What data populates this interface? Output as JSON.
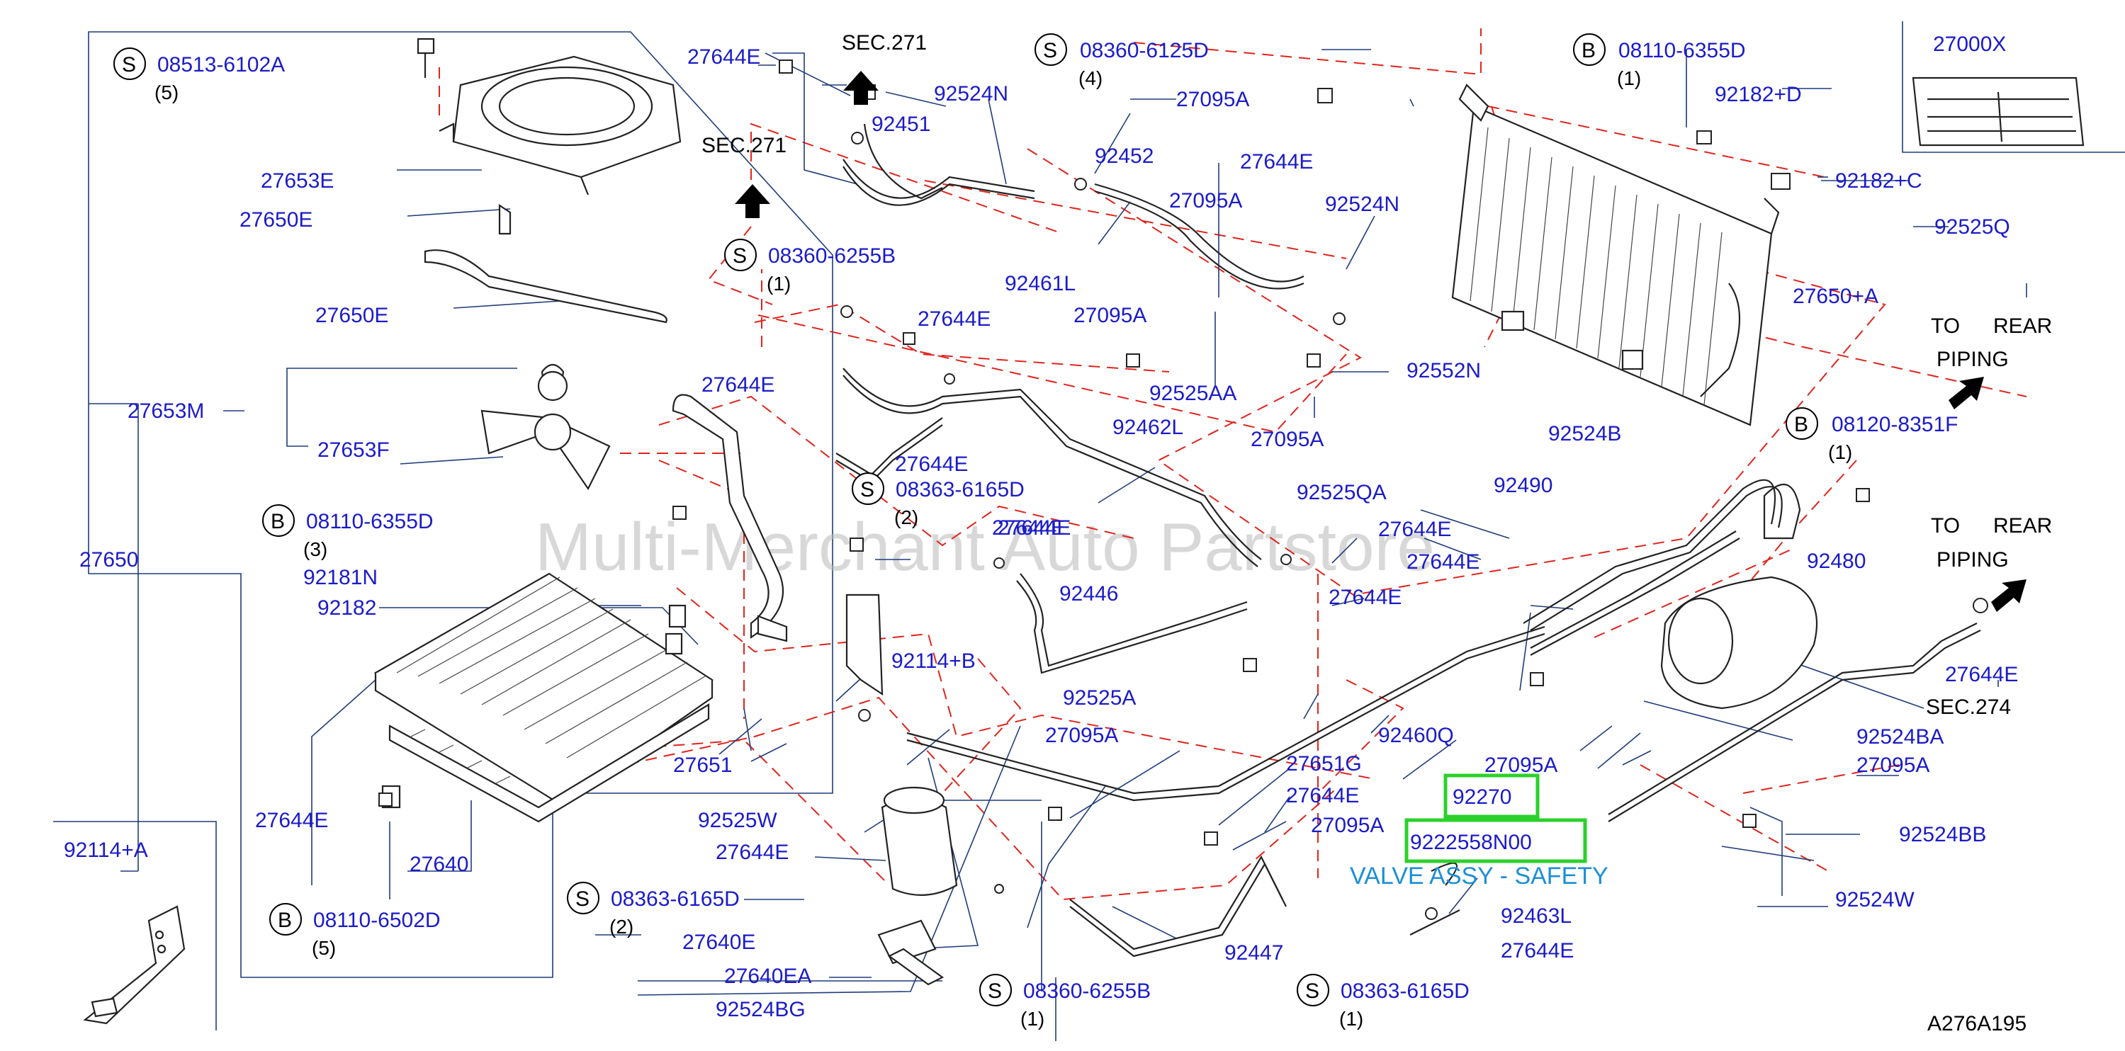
{
  "watermark": "Multi-Merchant Auto Partstore",
  "diagram_code": "A276A195",
  "highlight": {
    "part": "92270",
    "partno": "9222558N00",
    "desc": "VALVE ASSY - SAFETY"
  },
  "refs": {
    "sec271a": "SEC.271",
    "sec271b": "SEC.271",
    "sec274": "SEC.274",
    "rear1a": "TO",
    "rear1b": "REAR",
    "rear1c": "PIPING",
    "rear2a": "TO",
    "rear2b": "REAR",
    "rear2c": "PIPING"
  },
  "bolts": {
    "b1": {
      "type": "S",
      "code": "08513-6102A",
      "qty": "(5)"
    },
    "b2": {
      "type": "S",
      "code": "08360-6125D",
      "qty": "(4)"
    },
    "b3": {
      "type": "B",
      "code": "08110-6355D",
      "qty": "(1)"
    },
    "b4": {
      "type": "S",
      "code": "08360-6255B",
      "qty": "(1)"
    },
    "b5": {
      "type": "S",
      "code": "08363-6165D",
      "qty": "(2)"
    },
    "b6": {
      "type": "B",
      "code": "08110-6355D",
      "qty": "(3)"
    },
    "b7": {
      "type": "B",
      "code": "08120-8351F",
      "qty": "(1)"
    },
    "b8": {
      "type": "B",
      "code": "08110-6502D",
      "qty": "(5)"
    },
    "b9": {
      "type": "S",
      "code": "08363-6165D",
      "qty": "(2)"
    },
    "b10": {
      "type": "S",
      "code": "08360-6255B",
      "qty": "(1)"
    },
    "b11": {
      "type": "S",
      "code": "08363-6165D",
      "qty": "(1)"
    }
  },
  "parts": {
    "p1": "27644E",
    "p2": "92451",
    "p3": "92524N",
    "p4": "27095A",
    "p5": "92452",
    "p6": "27644E",
    "p7": "27095A",
    "p8": "92524N",
    "p9": "27000X",
    "p10": "92182+D",
    "p11": "92182+C",
    "p12": "92525Q",
    "p13": "27650+A",
    "p14": "27653E",
    "p15": "27650E",
    "p16": "27650E",
    "p17": "27653M",
    "p18": "27653F",
    "p19": "27650",
    "p20": "27644E",
    "p21": "92461L",
    "p22": "27644E",
    "p23": "27644E",
    "p24": "27095A",
    "p25": "92552N",
    "p26": "92525AA",
    "p27": "27095A",
    "p28": "27644E",
    "p29": "92462L",
    "p30": "92525QA",
    "p31": "92524B",
    "p32": "92490",
    "p33": "27644E",
    "p34": "27644E",
    "p35": "92480",
    "p36": "92181N",
    "p37": "92182",
    "p38": "27644E",
    "p39": "92446",
    "p40": "27644E",
    "p41": "92114+B",
    "p42": "92525A",
    "p43": "27095A",
    "p44": "92460Q",
    "p45": "27644E",
    "p46": "27651",
    "p47": "92525W",
    "p48": "27644E",
    "p49": "27640",
    "p50": "27651G",
    "p51": "27644E",
    "p52": "27095A",
    "p53": "92524BA",
    "p54": "27095A",
    "p55": "27095A",
    "p56": "92524BB",
    "p57": "92524W",
    "p58": "27644E",
    "p59": "92114+A",
    "p60": "27640E",
    "p61": "27640EA",
    "p62": "92524BG",
    "p63": "92447",
    "p64": "92463L",
    "p65": "27644E"
  }
}
